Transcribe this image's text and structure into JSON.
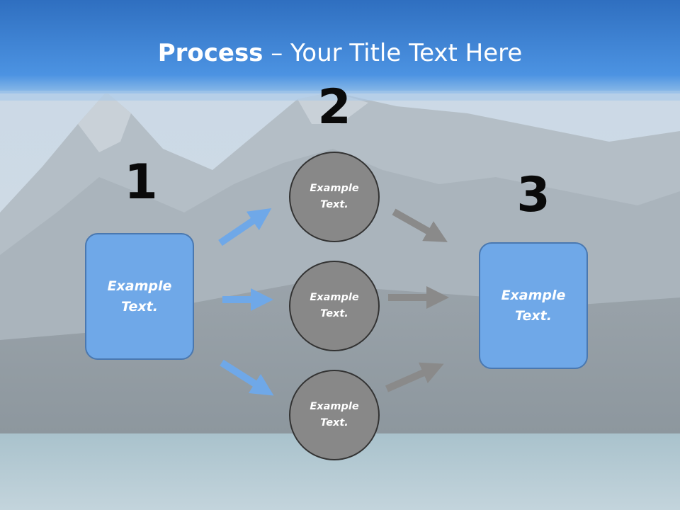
{
  "title": {
    "bold": "Process",
    "rest": " – Your Title Text Here"
  },
  "steps": [
    {
      "number": "1",
      "text_line1": "Example",
      "text_line2": "Text."
    },
    {
      "number": "2"
    },
    {
      "number": "3",
      "text_line1": "Example",
      "text_line2": "Text."
    }
  ],
  "circles": [
    {
      "text_line1": "Example",
      "text_line2": "Text."
    },
    {
      "text_line1": "Example",
      "text_line2": "Text."
    },
    {
      "text_line1": "Example",
      "text_line2": "Text."
    }
  ],
  "colors": {
    "header_blue": "#3b82d6",
    "box_fill": "#6fa8e8",
    "box_border": "#4a78b0",
    "circle_fill": "#888888",
    "circle_border": "#333333",
    "arrow_blue": "#6fa8e8",
    "arrow_gray": "#8a8a8a"
  }
}
